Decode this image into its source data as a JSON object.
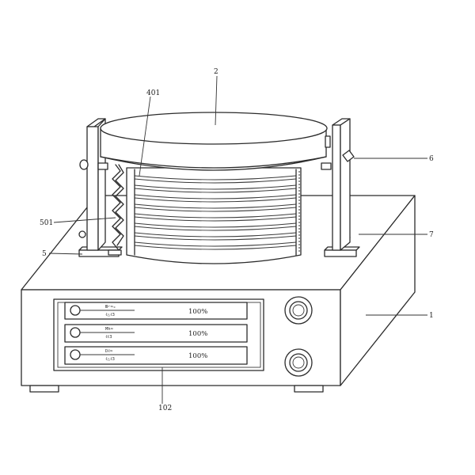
{
  "labels": {
    "main_body": "1",
    "panel": "102",
    "top_cover": "2",
    "bellows": "401",
    "side_spring": "501",
    "clamp_foot": "5",
    "knob_pin": "6",
    "base_bracket": "7"
  },
  "panel_rows": [
    {
      "glyph_top": "Ю⌐≈ₒ",
      "glyph_bottom": "ℓ△ℓ3",
      "value": "100%"
    },
    {
      "glyph_top": "Mh≈",
      "glyph_bottom": "ℓℓ3",
      "value": "100%"
    },
    {
      "glyph_top": "Dℓ≈",
      "glyph_bottom": "ℓ△ℓ3",
      "value": "100%"
    }
  ]
}
